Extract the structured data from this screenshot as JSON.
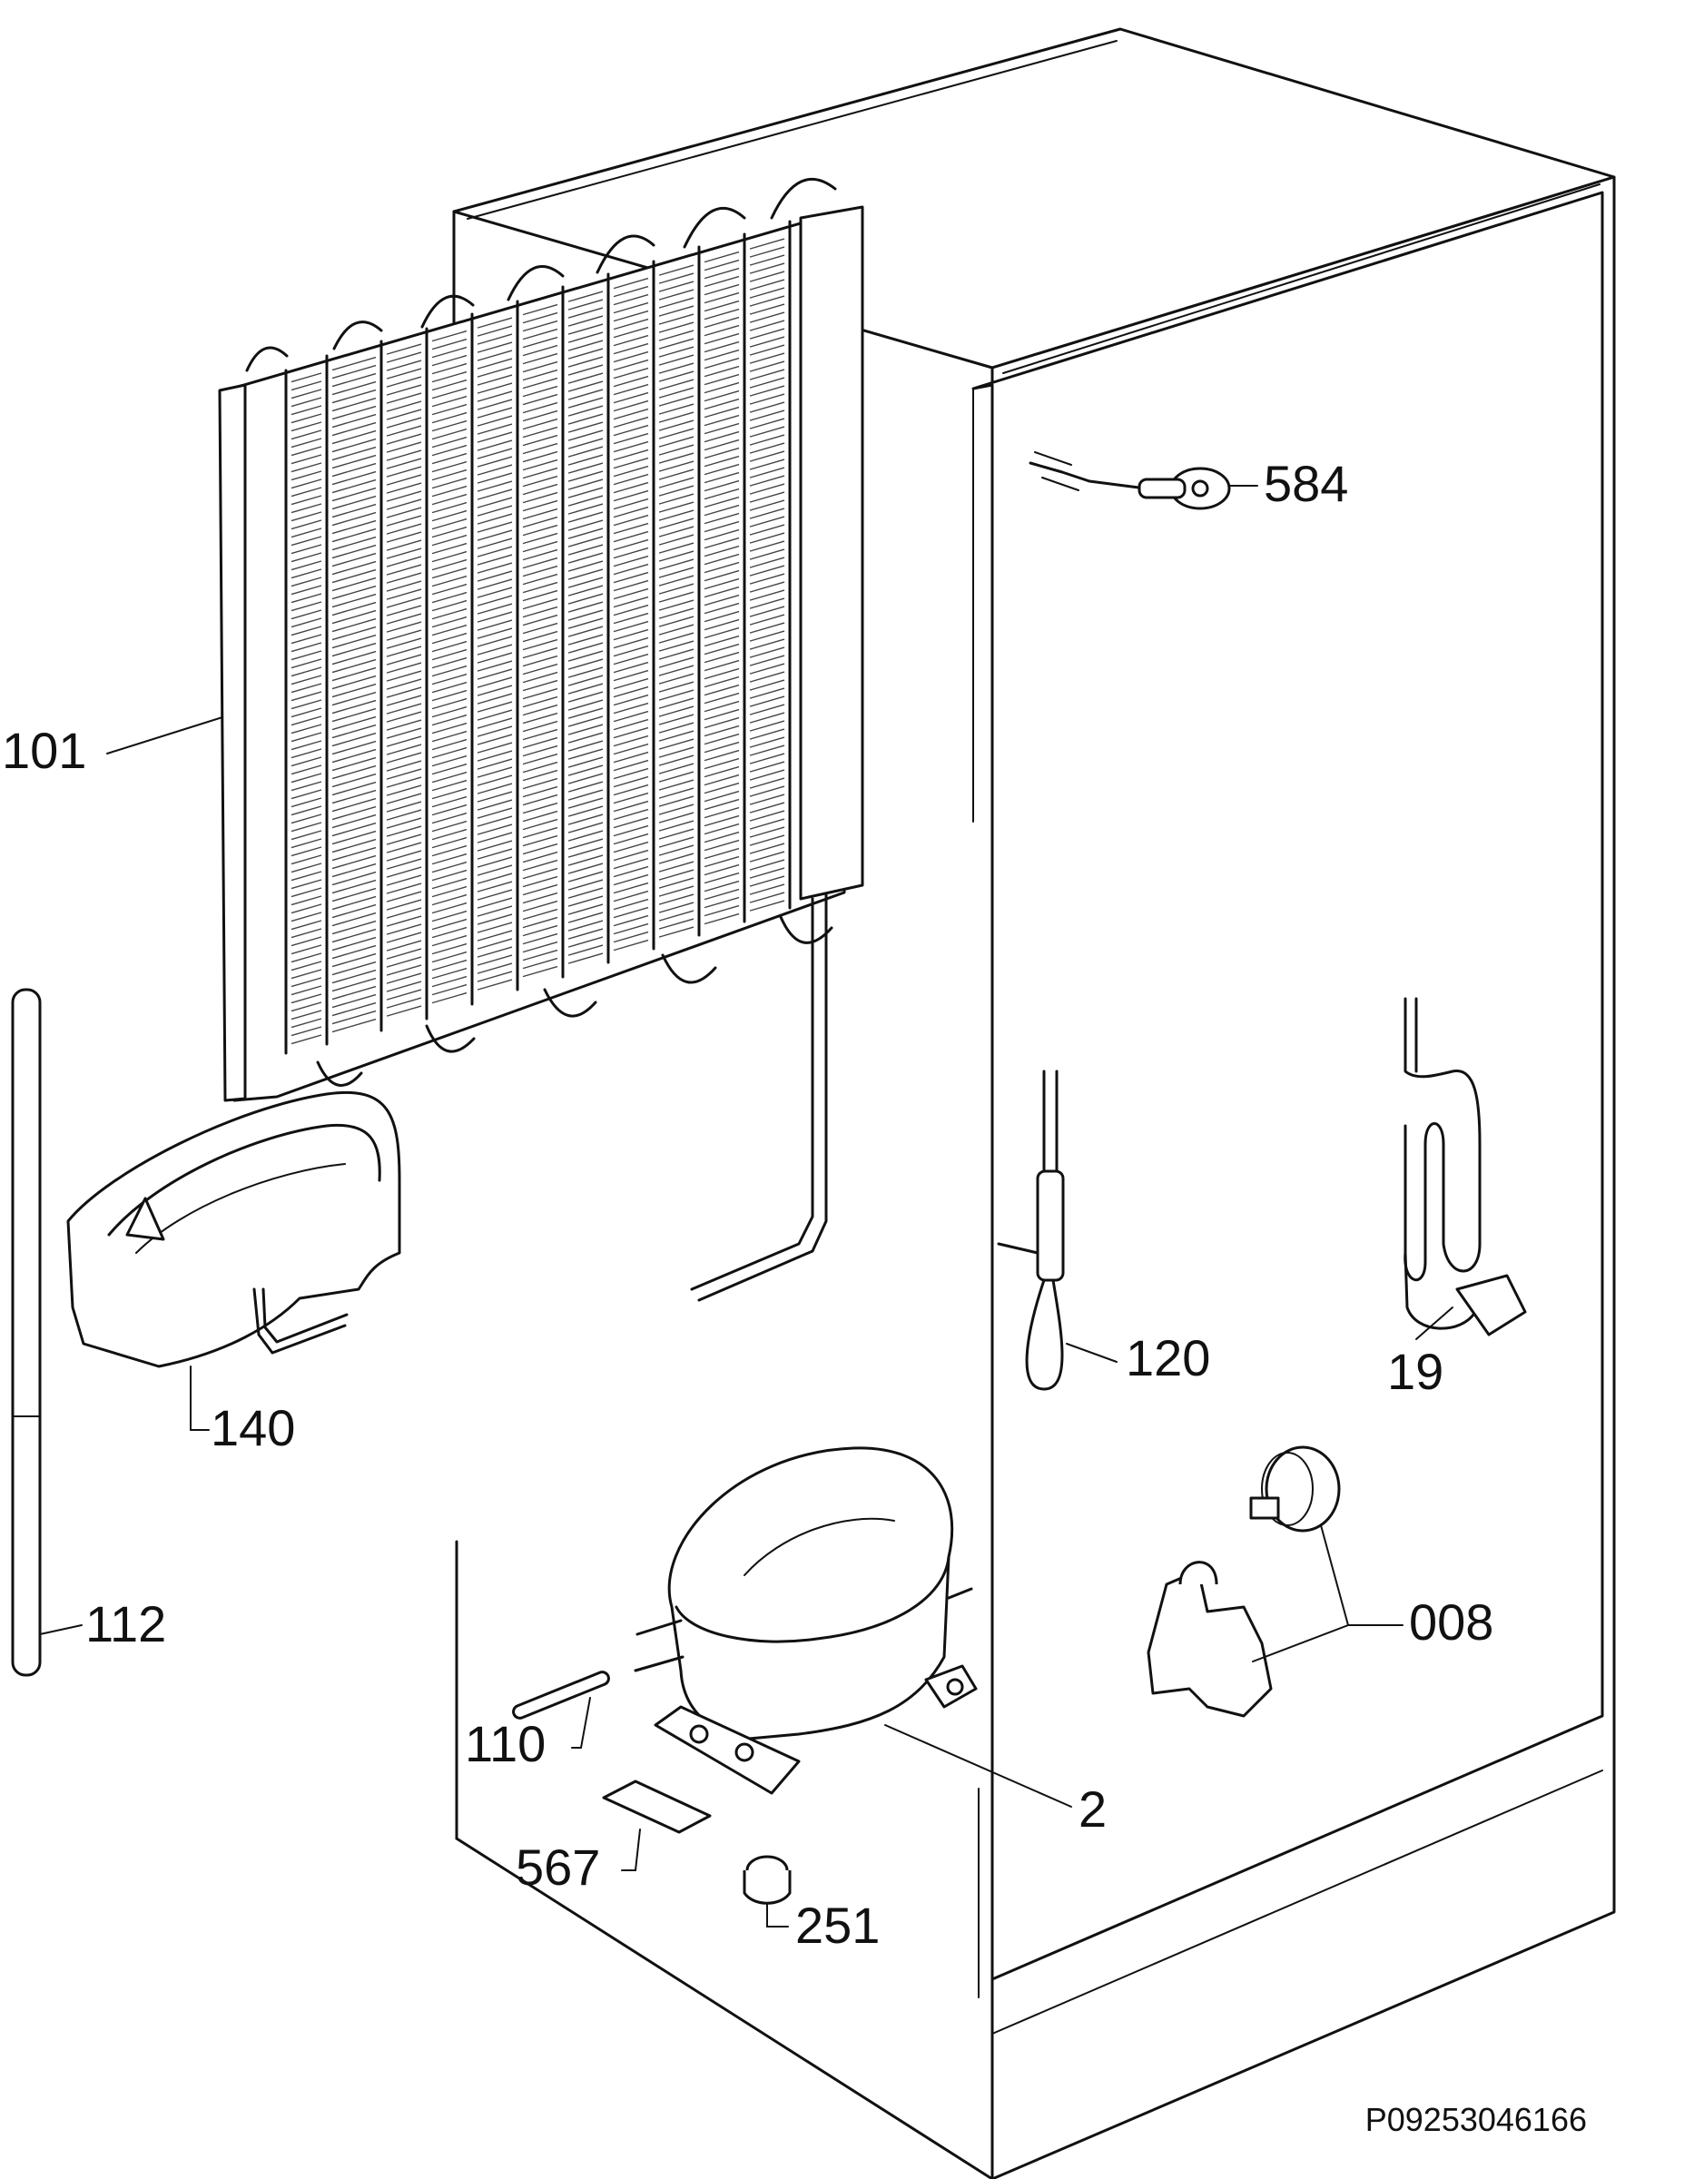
{
  "diagram": {
    "callouts": [
      {
        "id": "584",
        "label": "584"
      },
      {
        "id": "101",
        "label": "101"
      },
      {
        "id": "140",
        "label": "140"
      },
      {
        "id": "112",
        "label": "112"
      },
      {
        "id": "120",
        "label": "120"
      },
      {
        "id": "19",
        "label": "19"
      },
      {
        "id": "008",
        "label": "008"
      },
      {
        "id": "110",
        "label": "110"
      },
      {
        "id": "2",
        "label": "2"
      },
      {
        "id": "567",
        "label": "567"
      },
      {
        "id": "251",
        "label": "251"
      }
    ],
    "reference_code": "P09253046166"
  }
}
